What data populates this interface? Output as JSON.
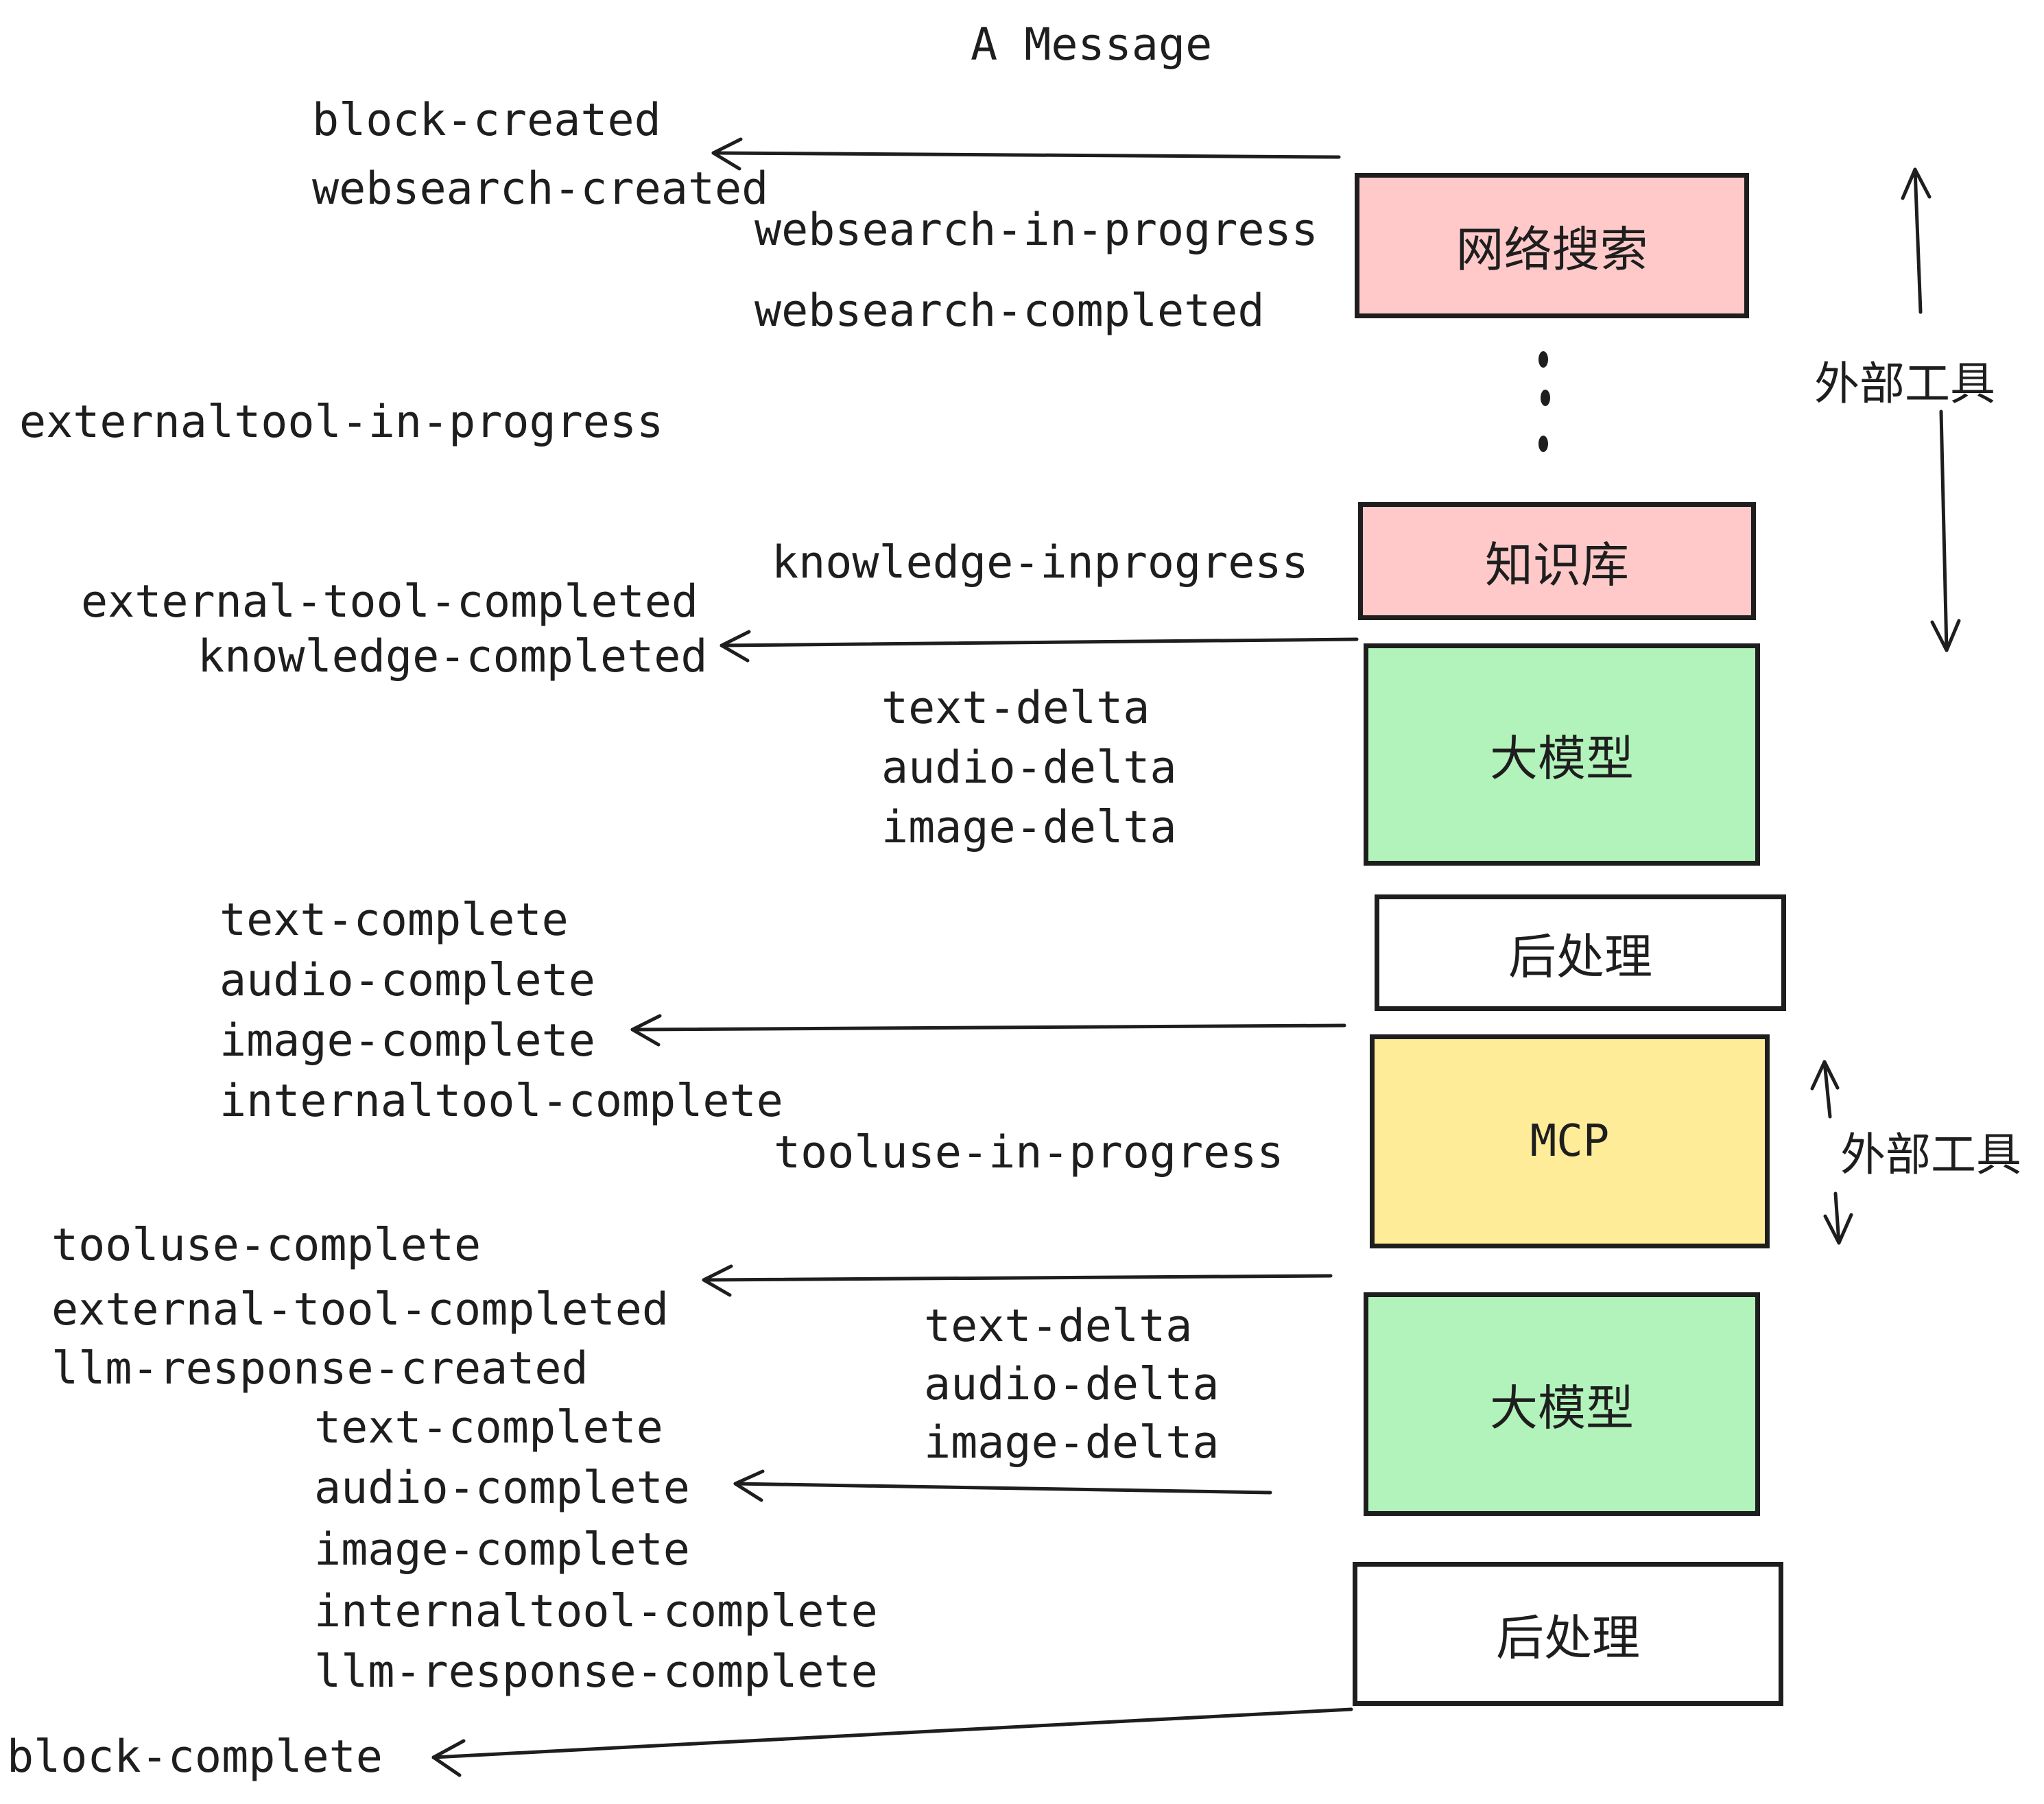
{
  "title": "A Message",
  "colors": {
    "ink": "#1e1e1e",
    "pink": "#ffc9c9",
    "green": "#b2f2bb",
    "yellow": "#ffec99",
    "white": "#ffffff"
  },
  "boxes": [
    {
      "id": "websearch",
      "label": "网络搜索",
      "fill": "#ffc9c9"
    },
    {
      "id": "knowledge",
      "label": "知识库",
      "fill": "#ffc9c9"
    },
    {
      "id": "llm1",
      "label": "大模型",
      "fill": "#b2f2bb"
    },
    {
      "id": "post1",
      "label": "后处理",
      "fill": "#ffffff"
    },
    {
      "id": "mcp",
      "label": "MCP",
      "fill": "#ffec99"
    },
    {
      "id": "llm2",
      "label": "大模型",
      "fill": "#b2f2bb"
    },
    {
      "id": "post2",
      "label": "后处理",
      "fill": "#ffffff"
    }
  ],
  "side_labels": {
    "top": "外部工具",
    "middle": "外部工具"
  },
  "events": {
    "block_created": "block-created",
    "websearch_created": "websearch-created",
    "websearch_in_progress": "websearch-in-progress",
    "websearch_completed": "websearch-completed",
    "externaltool_in_progress": "externaltool-in-progress",
    "knowledge_inprogress": "knowledge-inprogress",
    "external_tool_completed_1": "external-tool-completed",
    "knowledge_completed": "knowledge-completed",
    "delta_list_1": [
      "text-delta",
      "audio-delta",
      "image-delta"
    ],
    "complete_list_1": [
      "text-complete",
      "audio-complete",
      "image-complete",
      "internaltool-complete"
    ],
    "tooluse_in_progress": "tooluse-in-progress",
    "tooluse_complete": "tooluse-complete",
    "external_tool_completed_2": "external-tool-completed",
    "llm_response_created": "llm-response-created",
    "delta_list_2": [
      "text-delta",
      "audio-delta",
      "image-delta"
    ],
    "complete_list_2": [
      "text-complete",
      "audio-complete",
      "image-complete",
      "internaltool-complete",
      "llm-response-complete"
    ],
    "block_complete": "block-complete"
  }
}
